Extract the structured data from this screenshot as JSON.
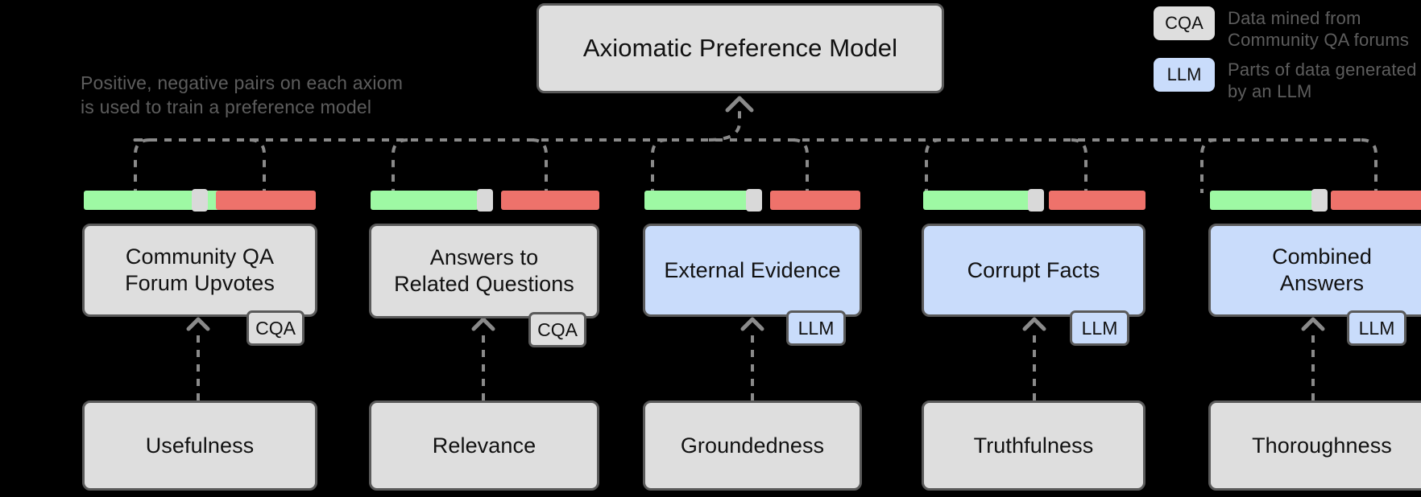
{
  "diagram": {
    "title_node": {
      "label": "Axiomatic Preference Model"
    },
    "note": "Positive, negative pairs on each axiom\nis used to train a preference model",
    "colors": {
      "background": "#000000",
      "box_gray": "#dedede",
      "box_blue": "#c9dcfb",
      "border": "#5a5a5a",
      "positive_bar": "#9ef9a4",
      "negative_bar": "#ee726b",
      "separator_bar": "#d9d9d9",
      "muted_text": "#5d5d5d",
      "wire": "#8a8a8a"
    },
    "legend": [
      {
        "chip": "CQA",
        "chip_style": "gray",
        "description": "Data mined from\nCommunity QA forums"
      },
      {
        "chip": "LLM",
        "chip_style": "blue",
        "description": "Parts of data generated\nby an LLM"
      }
    ],
    "columns": [
      {
        "source_label": "Community QA\nForum Upvotes",
        "source_style": "gray",
        "tag": "CQA",
        "tag_style": "gray",
        "axiom_label": "Usefulness"
      },
      {
        "source_label": "Answers to\nRelated Questions",
        "source_style": "gray",
        "tag": "CQA",
        "tag_style": "gray",
        "axiom_label": "Relevance"
      },
      {
        "source_label": "External Evidence",
        "source_style": "blue",
        "tag": "LLM",
        "tag_style": "blue",
        "axiom_label": "Groundedness"
      },
      {
        "source_label": "Corrupt Facts",
        "source_style": "blue",
        "tag": "LLM",
        "tag_style": "blue",
        "axiom_label": "Truthfulness"
      },
      {
        "source_label": "Combined\nAnswers",
        "source_style": "blue",
        "tag": "LLM",
        "tag_style": "blue",
        "axiom_label": "Thoroughness"
      }
    ]
  }
}
